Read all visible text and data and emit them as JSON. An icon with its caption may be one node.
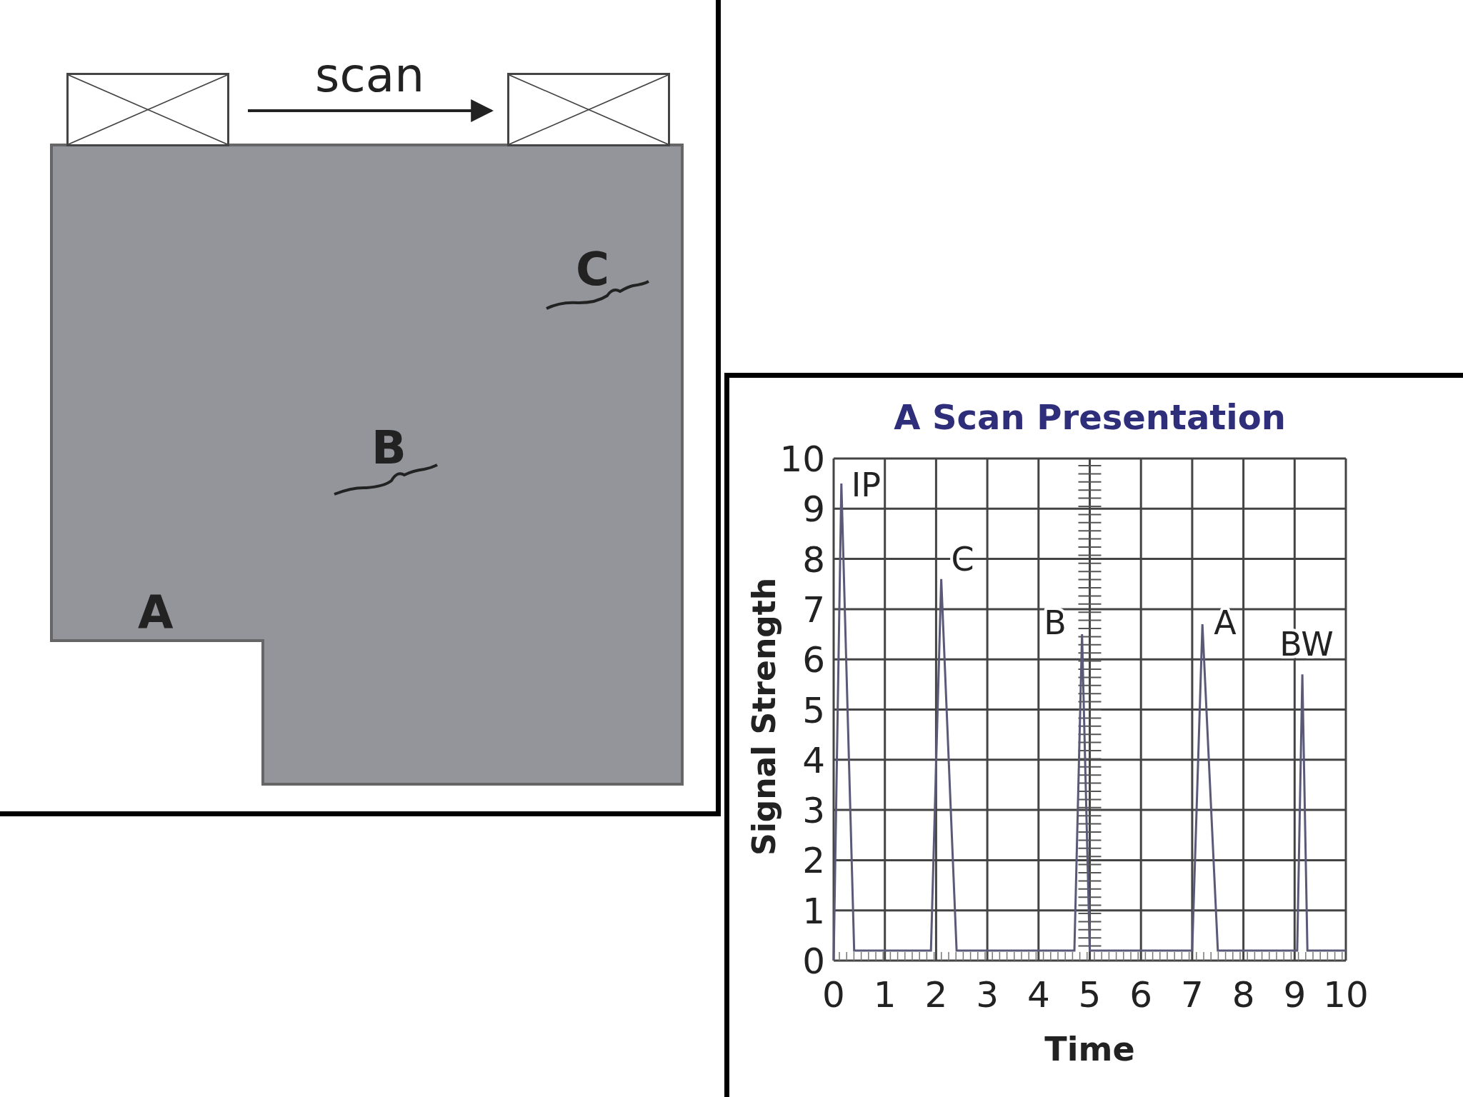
{
  "diagram": {
    "nodes": [
      {
        "text": [],
        "shape": "box"
      },
      {
        "text": [],
        "shape": "box"
      }
    ],
    "edges": [
      {
        "from": 0,
        "to": 1,
        "arrow": "to",
        "label": "scan"
      }
    ],
    "labels": [
      "C",
      "B",
      "A"
    ],
    "chart_data": {
      "type": "line",
      "title": "A Scan Presentation",
      "xlabel": "Time",
      "ylabel": "Signal Strength",
      "x": [
        0,
        0.15,
        0.4,
        1.9,
        2.1,
        2.4,
        4.7,
        4.85,
        5.0,
        7.0,
        7.2,
        7.5,
        9.05,
        9.15,
        9.25,
        10
      ],
      "series": [
        {
          "color": "#5a5a78",
          "values": [
            0,
            9.5,
            0.2,
            0.2,
            7.6,
            0.2,
            0.2,
            6.5,
            0.2,
            0.2,
            6.7,
            0.2,
            0.2,
            5.7,
            0.2,
            0.2
          ]
        }
      ],
      "xlim": [
        0,
        10
      ],
      "ylim": [
        0,
        10
      ],
      "xticks": [
        0,
        1,
        2,
        3,
        4,
        5,
        6,
        7,
        8,
        9,
        10
      ],
      "yticks": [
        0,
        1,
        2,
        3,
        4,
        5,
        6,
        7,
        8,
        9,
        10
      ],
      "grid": true,
      "annotations": [
        "IP",
        "C",
        "B",
        "A",
        "BW"
      ]
    }
  }
}
